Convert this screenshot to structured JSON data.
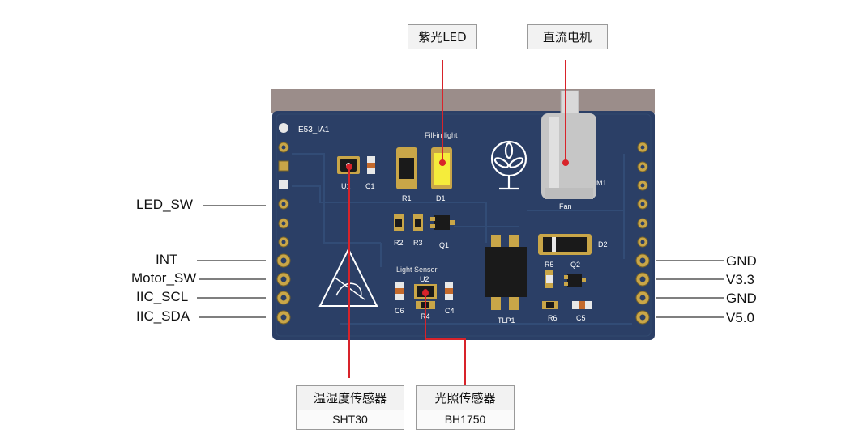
{
  "callouts": {
    "uv_led": "紫光LED",
    "dc_motor": "直流电机",
    "temp_humidity": "温湿度传感器",
    "temp_humidity_model": "SHT30",
    "light_sensor": "光照传感器",
    "light_sensor_model": "BH1750"
  },
  "left_pins": [
    "LED_SW",
    "INT",
    "Motor_SW",
    "IIC_SCL",
    "IIC_SDA"
  ],
  "right_pins": [
    "GND",
    "V3.3",
    "GND",
    "V5.0"
  ],
  "board": {
    "name": "E53_IA1",
    "fill_in_light": "Fill-in light",
    "light_sensor": "Light Sensor",
    "fan": "Fan",
    "refs": {
      "U1": "U1",
      "C1": "C1",
      "R1": "R1",
      "D1": "D1",
      "M1": "M1",
      "R2": "R2",
      "R3": "R3",
      "Q1": "Q1",
      "U2": "U2",
      "C6": "C6",
      "R4": "R4",
      "C4": "C4",
      "D2": "D2",
      "R5": "R5",
      "Q2": "Q2",
      "TLP1": "TLP1",
      "R6": "R6",
      "C5": "C5"
    }
  },
  "colors": {
    "board": "#2b3f66",
    "callout_line": "#d8232a",
    "gold_pad": "#c9a648",
    "led": "#f5ec3b"
  }
}
